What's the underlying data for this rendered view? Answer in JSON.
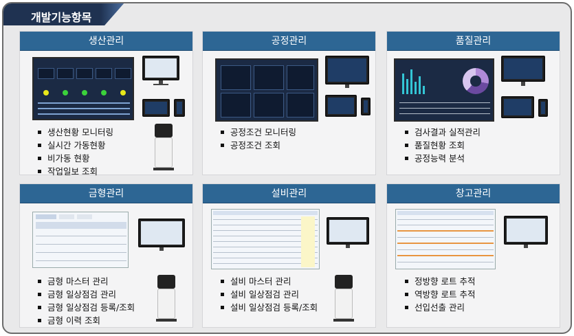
{
  "page": {
    "title": "개발기능항목"
  },
  "cards": [
    {
      "title": "생산관리",
      "items": [
        "생산현황 모니터링",
        "실시간 가동현황",
        "비가동 현황",
        "작업일보 조회"
      ]
    },
    {
      "title": "공정관리",
      "items": [
        "공정조건 모니터링",
        "공정조건 조회"
      ]
    },
    {
      "title": "품질관리",
      "items": [
        "검사결과 실적관리",
        "품질현황 조회",
        "공정능력 분석"
      ]
    },
    {
      "title": "금형관리",
      "items": [
        "금형 마스터 관리",
        "금형 일상점검 관리",
        "금형 일상점검 등록/조회",
        "금형 이력 조회"
      ]
    },
    {
      "title": "설비관리",
      "items": [
        "설비 마스터 관리",
        "설비 일상점검 관리",
        "설비 일상점검 등록/조회"
      ]
    },
    {
      "title": "창고관리",
      "items": [
        "정방향 로트 추적",
        "역방향 로트 추적",
        "선입선출 관리"
      ]
    }
  ],
  "colors": {
    "header": "#2d6694",
    "title_tab": "#1f3251",
    "background": "#e9e9ea"
  }
}
